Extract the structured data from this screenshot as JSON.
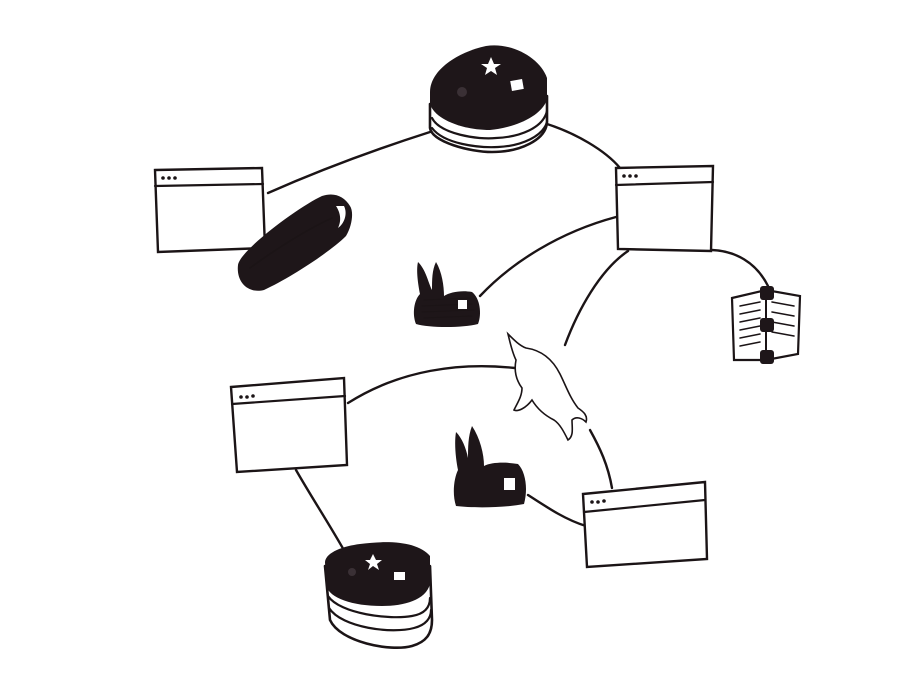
{
  "colors": {
    "ink": "#1b1416",
    "fill": "#1e1619",
    "background": "#ffffff"
  },
  "nodes": [
    {
      "id": "database-top",
      "icon": "database-stack-icon"
    },
    {
      "id": "window-left",
      "icon": "browser-window-icon"
    },
    {
      "id": "window-right-top",
      "icon": "browser-window-icon"
    },
    {
      "id": "window-middle-left",
      "icon": "browser-window-icon"
    },
    {
      "id": "window-bottom-right",
      "icon": "browser-window-icon"
    },
    {
      "id": "database-bottom",
      "icon": "database-stack-icon"
    },
    {
      "id": "pipe",
      "icon": "pipe-icon"
    },
    {
      "id": "rabbit-upper",
      "icon": "rabbit-icon"
    },
    {
      "id": "rabbit-lower",
      "icon": "rabbit-icon"
    },
    {
      "id": "dolphin",
      "icon": "dolphin-icon"
    },
    {
      "id": "book",
      "icon": "book-icon"
    }
  ]
}
